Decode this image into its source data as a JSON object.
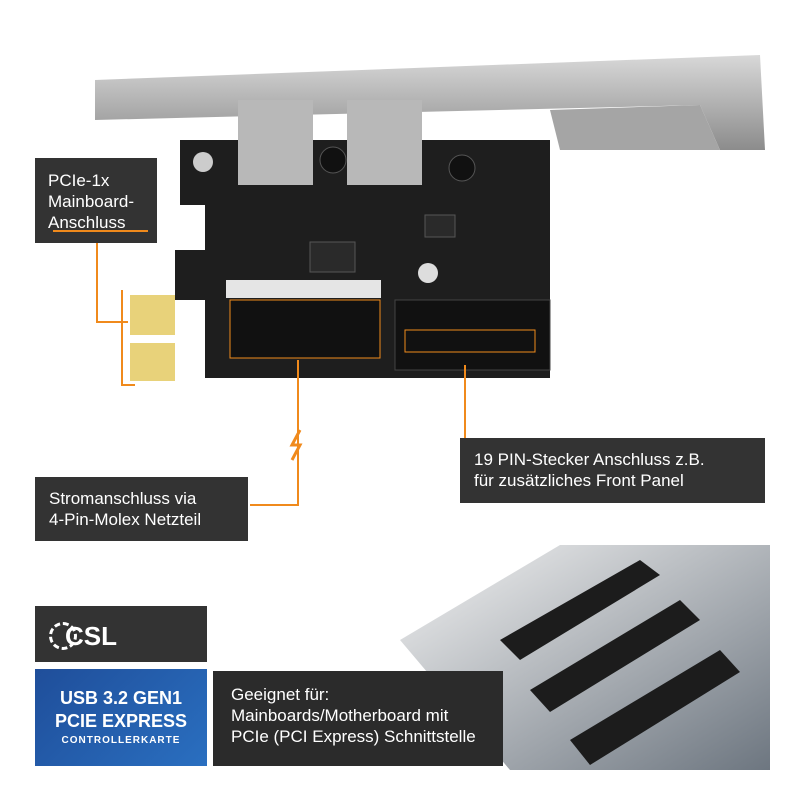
{
  "callouts": {
    "pcie": [
      "PCIe-1x",
      "Mainboard-",
      "Anschluss"
    ],
    "molex": [
      "Stromanschluss via",
      "4-Pin-Molex Netzteil"
    ],
    "pin19": [
      "19 PIN-Stecker Anschluss z.B.",
      "für zusätzliches Front Panel"
    ],
    "suitable": [
      "Geeignet für:",
      "Mainboards/Motherboard mit",
      "PCIe (PCI Express) Schnittstelle"
    ]
  },
  "brand": {
    "logo": "CSL"
  },
  "product": {
    "line1": "USB 3.2 GEN1",
    "line2": "PCIE EXPRESS",
    "line3": "CONTROLLERKARTE"
  },
  "colors": {
    "accent": "#f08a1c",
    "label_bg": "#333333",
    "product_bg": "#2a6fc0"
  }
}
